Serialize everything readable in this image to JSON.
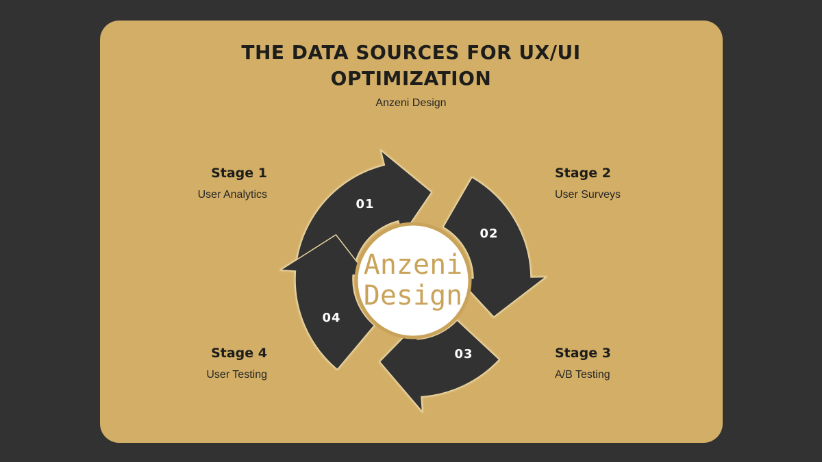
{
  "title_lines": [
    "THE DATA SOURCES FOR UX/UI",
    "OPTIMIZATION"
  ],
  "subtitle": "Anzeni Design",
  "logo": {
    "line1": "Anzeni",
    "line2": "Design"
  },
  "stages": [
    {
      "number": "01",
      "name": "Stage 1",
      "description": "User Analytics"
    },
    {
      "number": "02",
      "name": "Stage 2",
      "description": "User Surveys"
    },
    {
      "number": "03",
      "name": "Stage 3",
      "description": "A/B Testing"
    },
    {
      "number": "04",
      "name": "Stage 4",
      "description": "User Testing"
    }
  ],
  "colors": {
    "background": "#323232",
    "card": "#d2ae66",
    "arrow": "#333333",
    "logo_circle": "#ffffff",
    "logo_text": "#c9a35a"
  }
}
